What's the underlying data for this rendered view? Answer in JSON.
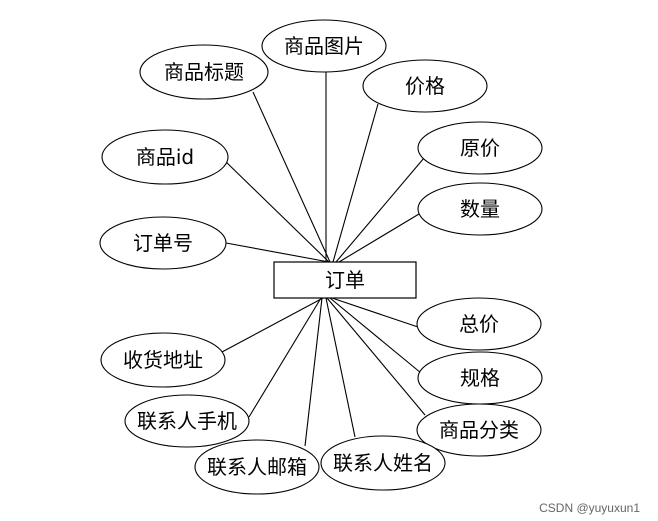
{
  "entity": {
    "label": "订单"
  },
  "attributes": [
    {
      "id": "product-image",
      "label": "商品图片"
    },
    {
      "id": "product-title",
      "label": "商品标题"
    },
    {
      "id": "price",
      "label": "价格"
    },
    {
      "id": "product-id",
      "label": "商品id"
    },
    {
      "id": "original-price",
      "label": "原价"
    },
    {
      "id": "quantity",
      "label": "数量"
    },
    {
      "id": "order-number",
      "label": "订单号"
    },
    {
      "id": "total-price",
      "label": "总价"
    },
    {
      "id": "shipping-address",
      "label": "收货地址"
    },
    {
      "id": "spec",
      "label": "规格"
    },
    {
      "id": "contact-phone",
      "label": "联系人手机"
    },
    {
      "id": "product-category",
      "label": "商品分类"
    },
    {
      "id": "contact-name",
      "label": "联系人姓名"
    },
    {
      "id": "contact-email",
      "label": "联系人邮箱"
    }
  ],
  "watermark": "CSDN @yuyuxun1"
}
